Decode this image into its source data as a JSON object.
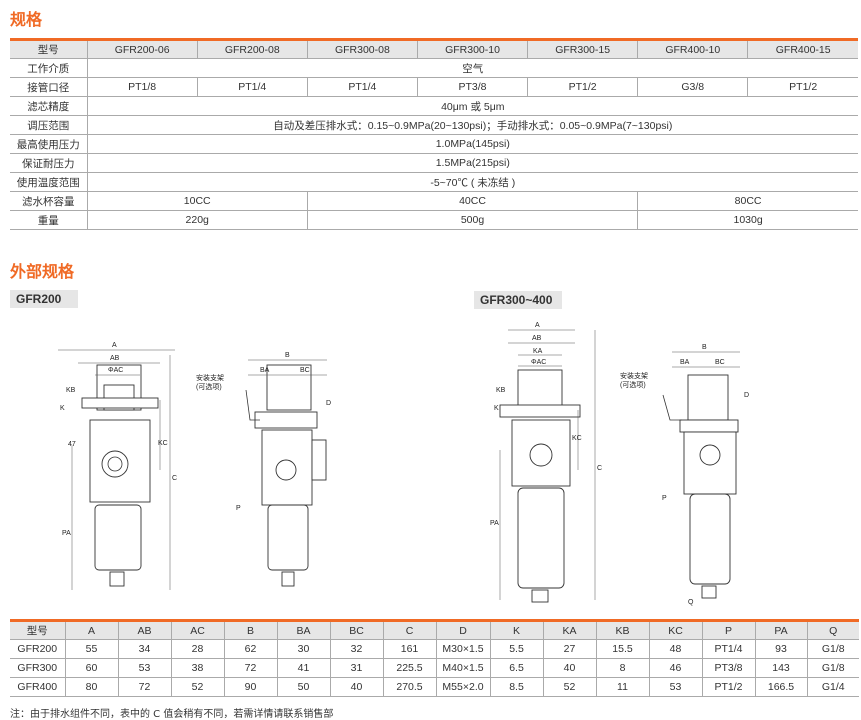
{
  "spec": {
    "title": "规格",
    "header": [
      "型号",
      "GFR200-06",
      "GFR200-08",
      "GFR300-08",
      "GFR300-10",
      "GFR300-15",
      "GFR400-10",
      "GFR400-15"
    ],
    "medium": {
      "label": "工作介质",
      "value": "空气"
    },
    "port": {
      "label": "接管口径",
      "values": [
        "PT1/8",
        "PT1/4",
        "PT1/4",
        "PT3/8",
        "PT1/2",
        "G3/8",
        "PT1/2"
      ]
    },
    "filter": {
      "label": "滤芯精度",
      "value": "40μm 或 5μm"
    },
    "range": {
      "label": "调压范围",
      "value": "自动及差压排水式：0.15~0.9MPa(20~130psi)；手动排水式：0.05~0.9MPa(7~130psi)"
    },
    "maxp": {
      "label": "最高使用压力",
      "value": "1.0MPa(145psi)"
    },
    "proof": {
      "label": "保证耐压力",
      "value": "1.5MPa(215psi)"
    },
    "temp": {
      "label": "使用温度范围",
      "value": "-5~70℃ ( 未冻结 )"
    },
    "bowl": {
      "label": "滤水杯容量",
      "values": [
        "10CC",
        "40CC",
        "80CC"
      ]
    },
    "weight": {
      "label": "重量",
      "values": [
        "220g",
        "500g",
        "1030g"
      ]
    }
  },
  "dims": {
    "title": "外部规格",
    "gfr200": "GFR200",
    "gfr300": "GFR300~400",
    "labels": {
      "A": "A",
      "AB": "AB",
      "AC": "ΦAC",
      "KB": "KB",
      "K": "K",
      "KC": "KC",
      "C": "C",
      "PA": "PA",
      "n47": "47",
      "B": "B",
      "BA": "BA",
      "BC": "BC",
      "D": "D",
      "P": "P",
      "KA": "KA",
      "Q": "Q",
      "bracket1": "安装支架",
      "bracket2": "(可选项)"
    }
  },
  "table": {
    "header": [
      "型号",
      "A",
      "AB",
      "AC",
      "B",
      "BA",
      "BC",
      "C",
      "D",
      "K",
      "KA",
      "KB",
      "KC",
      "P",
      "PA",
      "Q"
    ],
    "rows": [
      [
        "GFR200",
        "55",
        "34",
        "28",
        "62",
        "30",
        "32",
        "161",
        "M30×1.5",
        "5.5",
        "27",
        "15.5",
        "48",
        "PT1/4",
        "93",
        "G1/8"
      ],
      [
        "GFR300",
        "60",
        "53",
        "38",
        "72",
        "41",
        "31",
        "225.5",
        "M40×1.5",
        "6.5",
        "40",
        "8",
        "46",
        "PT3/8",
        "143",
        "G1/8"
      ],
      [
        "GFR400",
        "80",
        "72",
        "52",
        "90",
        "50",
        "40",
        "270.5",
        "M55×2.0",
        "8.5",
        "52",
        "11",
        "53",
        "PT1/2",
        "166.5",
        "G1/4"
      ]
    ]
  },
  "note": "注：由于排水组件不同，表中的 C 值会稍有不同，若需详情请联系销售部"
}
